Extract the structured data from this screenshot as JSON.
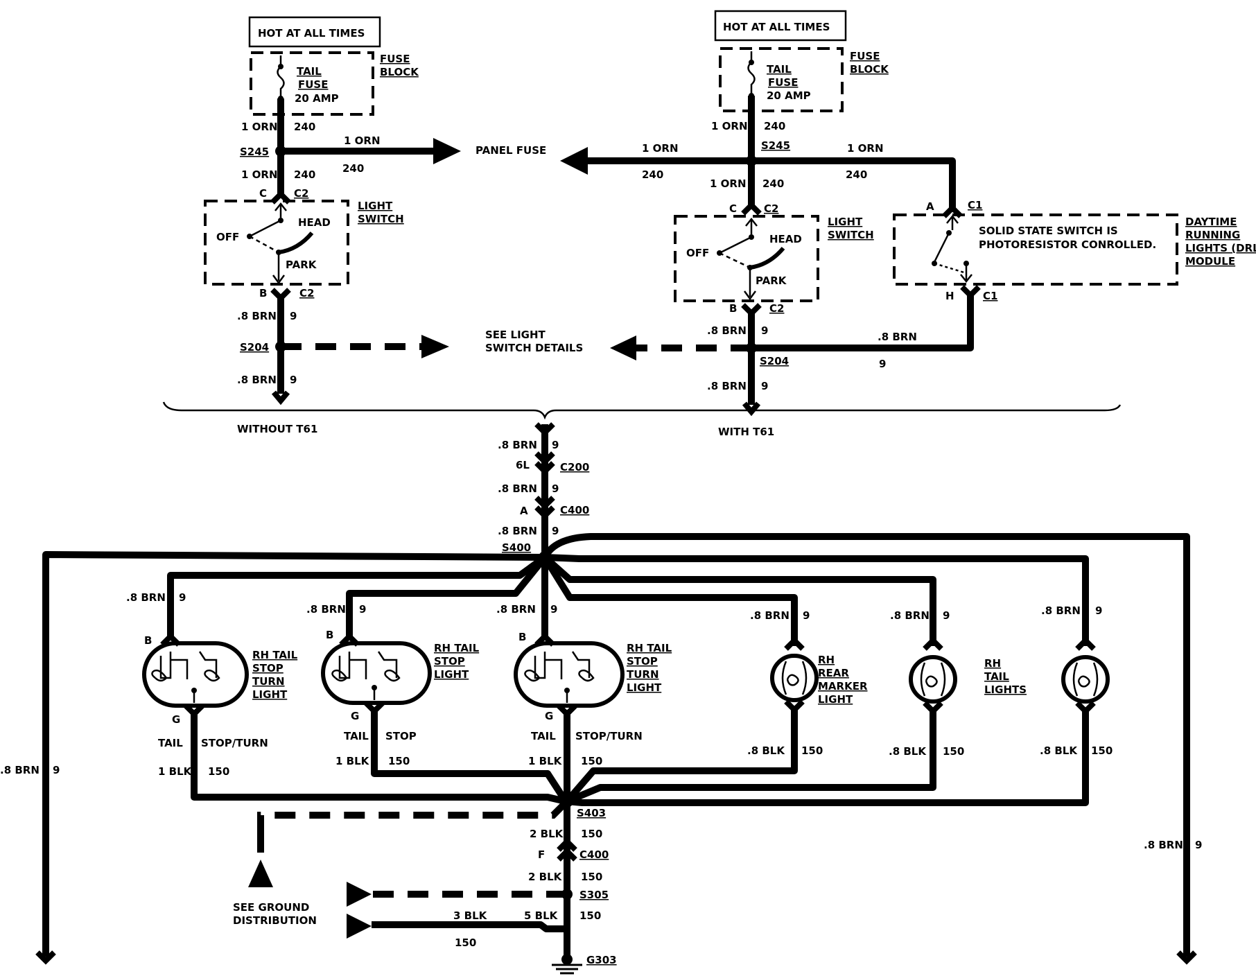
{
  "left_circuit": {
    "hot": "HOT AT ALL TIMES",
    "fuse_label": "TAIL",
    "fuse_label2": "FUSE",
    "fuse_rating": "20 AMP",
    "fuse_block": "FUSE",
    "fuse_block2": "BLOCK",
    "wire_top_color": "1 ORN",
    "wire_top_num": "240",
    "splice": "S245",
    "branch_color": "1 ORN",
    "branch_num": "240",
    "panel_fuse": "PANEL FUSE",
    "wire_mid_color": "1 ORN",
    "wire_mid_num": "240",
    "pin_c": "C",
    "conn_c2_top": "C2",
    "switch_title": "LIGHT",
    "switch_title2": "SWITCH",
    "off": "OFF",
    "head": "HEAD",
    "park": "PARK",
    "pin_b": "B",
    "conn_c2_bottom": "C2",
    "brn_color": ".8 BRN",
    "brn_num": "9",
    "splice2": "S204",
    "brn_color2": ".8 BRN",
    "brn_num2": "9",
    "see_details": "SEE LIGHT",
    "see_details2": "SWITCH DETAILS",
    "variant": "WITHOUT T61"
  },
  "right_circuit": {
    "hot": "HOT AT ALL TIMES",
    "fuse_label": "TAIL",
    "fuse_label2": "FUSE",
    "fuse_rating": "20 AMP",
    "fuse_block": "FUSE",
    "fuse_block2": "BLOCK",
    "wire_top_color": "1 ORN",
    "wire_top_num": "240",
    "splice": "S245",
    "left_color": "1 ORN",
    "left_num": "240",
    "right_color": "1 ORN",
    "right_num": "240",
    "wire_mid_color": "1 ORN",
    "wire_mid_num": "240",
    "pin_c": "C",
    "conn_c2_top": "C2",
    "switch_title": "LIGHT",
    "switch_title2": "SWITCH",
    "off": "OFF",
    "head": "HEAD",
    "park": "PARK",
    "pin_b": "B",
    "conn_c2_bottom": "C2",
    "brn_color": ".8 BRN",
    "brn_num": "9",
    "splice2": "S204",
    "brn_color2": ".8 BRN",
    "brn_num2": "9",
    "drl_pin_a": "A",
    "drl_conn_a": "C1",
    "drl_note": "SOLID STATE SWITCH IS",
    "drl_note2": "PHOTORESISTOR CONROLLED.",
    "drl_title": "DAYTIME",
    "drl_title2": "RUNNING",
    "drl_title3": "LIGHTS (DRL)",
    "drl_title4": "MODULE",
    "drl_pin_h": "H",
    "drl_conn_h": "C1",
    "drl_wire_color": ".8 BRN",
    "drl_wire_num": "9",
    "variant": "WITH T61"
  },
  "trunk": {
    "w1_color": ".8 BRN",
    "w1_num": "9",
    "pin_6l": "6L",
    "conn_c200": "C200",
    "w2_color": ".8 BRN",
    "w2_num": "9",
    "pin_a": "A",
    "conn_c400": "C400",
    "w3_color": ".8 BRN",
    "w3_num": "9",
    "splice_s400": "S400",
    "far_left_color": ".8 BRN",
    "far_left_num": "9",
    "far_right_color": ".8 BRN",
    "far_right_num": "9"
  },
  "lamps": [
    {
      "feed_color": ".8 BRN",
      "feed_num": "9",
      "pin_top": "B",
      "name1": "RH TAIL",
      "name2": "STOP",
      "name3": "TURN",
      "name4": "LIGHT",
      "pin_bottom": "G",
      "func_left": "TAIL",
      "func_right": "STOP/TURN",
      "gnd_color": "1 BLK",
      "gnd_num": "150"
    },
    {
      "feed_color": ".8 BRN",
      "feed_num": "9",
      "pin_top": "B",
      "name1": "RH TAIL",
      "name2": "STOP",
      "name3": "LIGHT",
      "pin_bottom": "G",
      "func_left": "TAIL",
      "func_right": "STOP",
      "gnd_color": "1 BLK",
      "gnd_num": "150"
    },
    {
      "feed_color": ".8 BRN",
      "feed_num": "9",
      "pin_top": "B",
      "name1": "RH TAIL",
      "name2": "STOP",
      "name3": "TURN",
      "name4": "LIGHT",
      "pin_bottom": "G",
      "func_left": "TAIL",
      "func_right": "STOP/TURN",
      "gnd_color": "1 BLK",
      "gnd_num": "150"
    },
    {
      "feed_color": ".8 BRN",
      "feed_num": "9",
      "name1": "RH",
      "name2": "REAR",
      "name3": "MARKER",
      "name4": "LIGHT",
      "gnd_color": ".8 BLK",
      "gnd_num": "150"
    },
    {
      "feed_color": ".8 BRN",
      "feed_num": "9",
      "name1": "RH",
      "name2": "TAIL",
      "name3": "LIGHTS",
      "gnd_color": ".8 BLK",
      "gnd_num": "150"
    },
    {
      "feed_color": ".8 BRN",
      "feed_num": "9",
      "gnd_color": ".8 BLK",
      "gnd_num": "150"
    }
  ],
  "ground": {
    "splice_s403": "S403",
    "w1_color": "2 BLK",
    "w1_num": "150",
    "pin_f": "F",
    "conn_c400": "C400",
    "w2_color": "2 BLK",
    "w2_num": "150",
    "splice_s305": "S305",
    "see_ground": "SEE GROUND",
    "see_ground2": "DISTRIBUTION",
    "w3_color": "3 BLK",
    "w3_num": "150",
    "w4_color": "5 BLK",
    "w4_num": "150",
    "ground_id": "G303"
  }
}
